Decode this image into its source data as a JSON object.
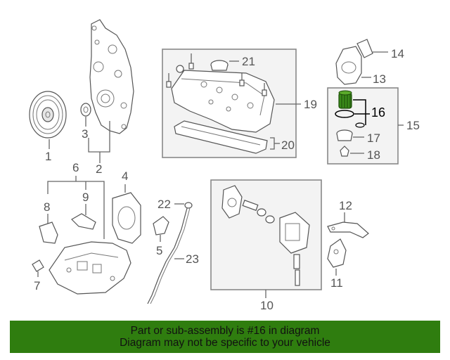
{
  "callouts": {
    "c1": "1",
    "c2": "2",
    "c3": "3",
    "c4": "4",
    "c5": "5",
    "c6": "6",
    "c7": "7",
    "c8": "8",
    "c9": "9",
    "c10": "10",
    "c11": "11",
    "c12": "12",
    "c13": "13",
    "c14": "14",
    "c15": "15",
    "c16": "16",
    "c17": "17",
    "c18": "18",
    "c19": "19",
    "c20": "20",
    "c21": "21",
    "c22": "22",
    "c23": "23"
  },
  "highlighted_part": "16",
  "banner": {
    "line1": "Part or sub-assembly is #16 in diagram",
    "line2": "Diagram may not be specific to your vehicle",
    "color": "#2f7d0f"
  },
  "colors": {
    "highlight_part": "#3a8a1a"
  }
}
